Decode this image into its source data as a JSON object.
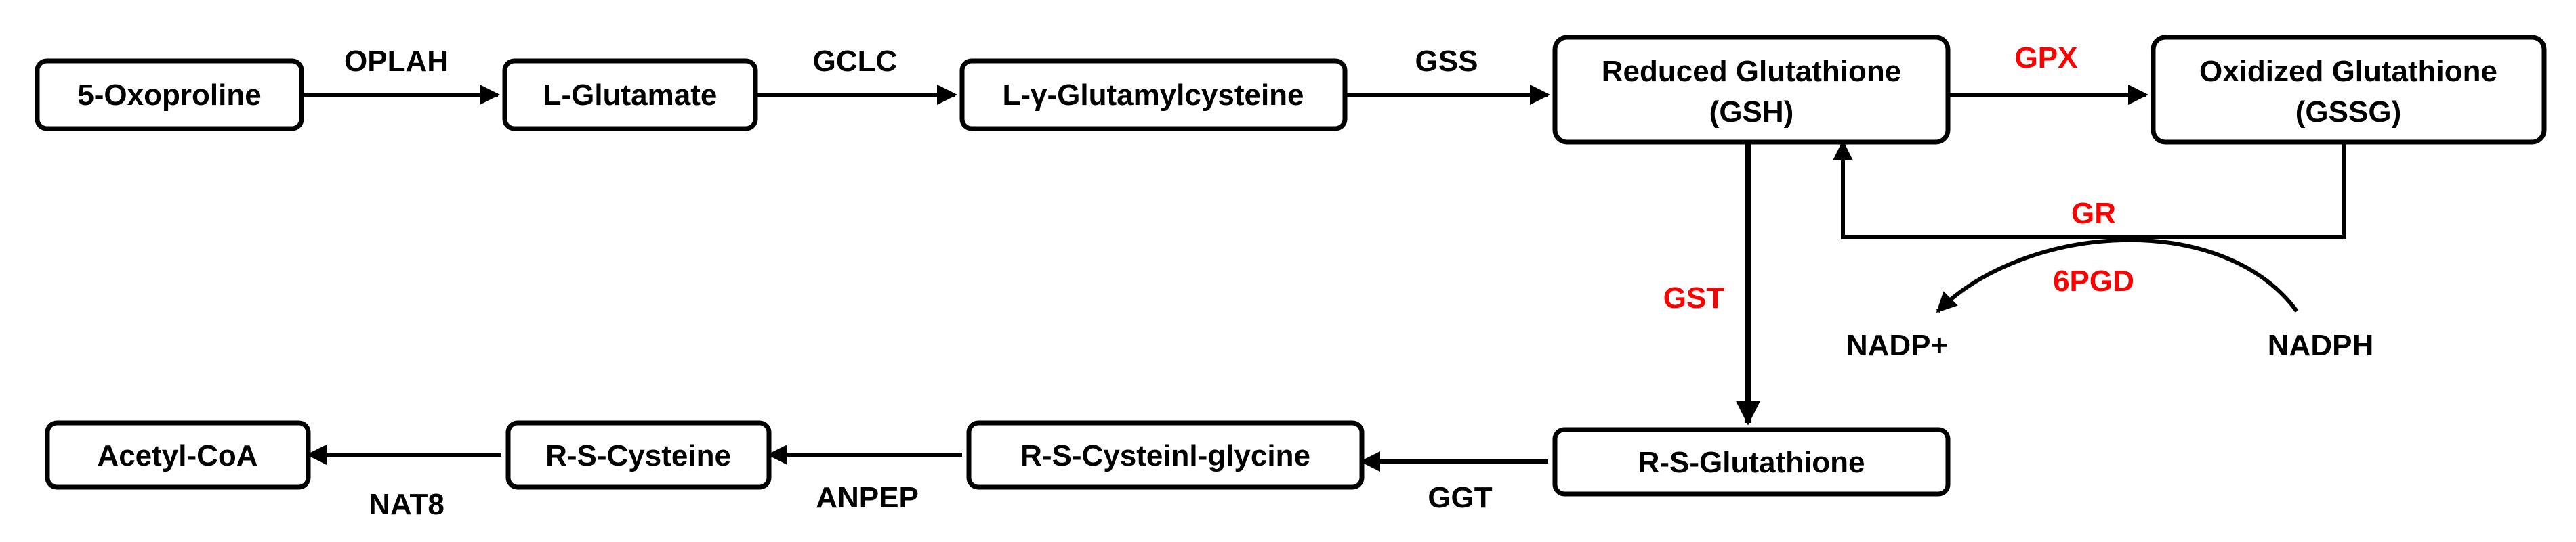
{
  "nodes": {
    "oxoproline": "5-Oxoproline",
    "glutamate": "L-Glutamate",
    "glutamylcysteine": "L-γ-Glutamylcysteine",
    "gsh_line1": "Reduced Glutathione",
    "gsh_line2": "(GSH)",
    "gssg_line1": "Oxidized Glutathione",
    "gssg_line2": "(GSSG)",
    "rs_glutathione": "R-S-Glutathione",
    "rs_cysteinylglycine": "R-S-Cysteinl-glycine",
    "rs_cysteine": "R-S-Cysteine",
    "acetyl_coa": "Acetyl-CoA"
  },
  "enzymes": {
    "oplah": "OPLAH",
    "gclc": "GCLC",
    "gss": "GSS",
    "gpx": "GPX",
    "gr": "GR",
    "pgd": "6PGD",
    "gst": "GST",
    "ggt": "GGT",
    "anpep": "ANPEP",
    "nat8": "NAT8"
  },
  "cofactors": {
    "nadp": "NADP+",
    "nadph": "NADPH"
  },
  "colors": {
    "highlight": "#ff0000",
    "default": "#000000"
  }
}
